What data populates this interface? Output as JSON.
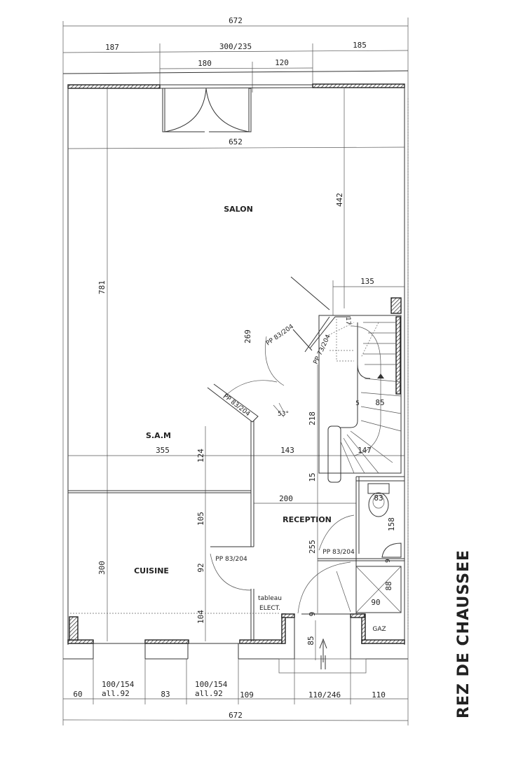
{
  "title": "REZ DE CHAUSSEE",
  "rooms": {
    "salon": "SALON",
    "sam": "S.A.M",
    "cuisine": "CUISINE",
    "reception": "RECEPTION",
    "gaz": "GAZ",
    "tableau_line1": "tableau",
    "tableau_line2": "ELECT."
  },
  "doors": {
    "pp1": "PP 83/204",
    "pp2": "PP 83/204",
    "pp3": "PP 83/204",
    "pp4": "PP 83/204",
    "pp5": "PP 73/204",
    "angle": "53°"
  },
  "dims_top": {
    "total": "672",
    "left": "187",
    "middle": "300/235",
    "right": "185",
    "door_left": "180",
    "door_right": "120",
    "inner": "652"
  },
  "dims_inner": {
    "d781": "781",
    "d442": "442",
    "d135": "135",
    "d269": "269",
    "d218": "218",
    "d85a": "85",
    "d355": "355",
    "d143": "143",
    "d147": "147",
    "d124": "124",
    "d15": "15",
    "d200": "200",
    "d83": "83",
    "d158": "158",
    "d105": "105",
    "d255": "255",
    "d300": "300",
    "d92": "92",
    "d9a": "9",
    "d88": "88",
    "d90": "90",
    "d104": "104",
    "d9b": "9",
    "d85b": "85",
    "d17": "17",
    "d5": "5"
  },
  "dims_bottom": {
    "d60": "60",
    "w1_a": "100/154",
    "w1_b": "all.92",
    "d83": "83",
    "w2_a": "100/154",
    "w2_b": "all.92",
    "d109": "109",
    "d110_246": "110/246",
    "d110": "110",
    "total": "672"
  }
}
